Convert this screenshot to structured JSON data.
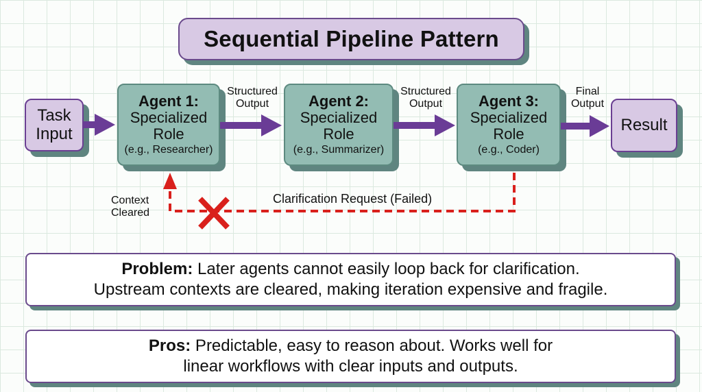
{
  "title": "Sequential Pipeline Pattern",
  "nodes": {
    "task_input": {
      "line1": "Task",
      "line2": "Input"
    },
    "agent1": {
      "title": "Agent 1:",
      "role_line1": "Specialized",
      "role_line2": "Role",
      "example": "(e.g., Researcher)"
    },
    "agent2": {
      "title": "Agent 2:",
      "role_line1": "Specialized",
      "role_line2": "Role",
      "example": "(e.g., Summarizer)"
    },
    "agent3": {
      "title": "Agent 3:",
      "role_line1": "Specialized",
      "role_line2": "Role",
      "example": "(e.g., Coder)"
    },
    "result": {
      "label": "Result"
    }
  },
  "edges": {
    "e1": {
      "line1": "Structured",
      "line2": "Output"
    },
    "e2": {
      "line1": "Structured",
      "line2": "Output"
    },
    "e3": {
      "line1": "Final",
      "line2": "Output"
    }
  },
  "feedback": {
    "label": "Clarification Request (Failed)",
    "context_line1": "Context",
    "context_line2": "Cleared",
    "status_icon": "x-mark-icon"
  },
  "problem": {
    "heading": "Problem:",
    "text1": " Later agents cannot easily loop back for clarification.",
    "text2": "Upstream contexts are cleared, making iteration expensive and fragile."
  },
  "pros": {
    "heading": "Pros:",
    "text1": " Predictable, easy to reason about. Works well for",
    "text2": "linear workflows with clear inputs and outputs."
  },
  "colors": {
    "arrow": "#6a3c96",
    "failed": "#d9201c",
    "agent_fill": "#93bcb3",
    "io_fill": "#d8c9e4",
    "shadow": "#5f8580"
  }
}
